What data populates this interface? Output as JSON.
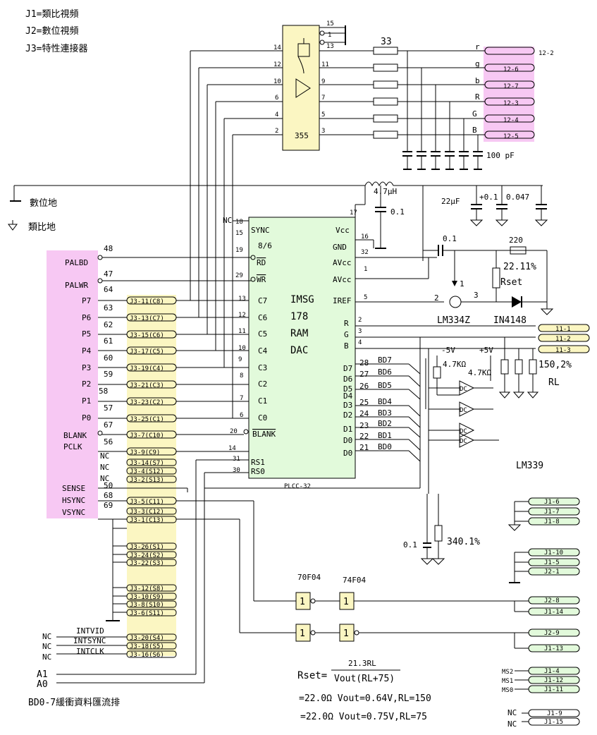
{
  "legend": [
    "J1=類比視頻",
    "J2=數位視頻",
    "J3=特性連接器"
  ],
  "ground_labels": {
    "digital": "數位地",
    "analog": "類比地"
  },
  "buffer_chip": {
    "name": "355",
    "left_pins": [
      "14",
      "12",
      "10",
      "6",
      "4",
      "2"
    ],
    "right_pins": [
      "11",
      "9",
      "7",
      "5",
      "3"
    ],
    "top_pins": [
      "15",
      "1",
      "13"
    ]
  },
  "resistor_33": "33",
  "rgb_outputs": [
    {
      "sig": "r",
      "conn": "12-2"
    },
    {
      "sig": "g",
      "conn": "12-6"
    },
    {
      "sig": "b",
      "conn": "12-7"
    },
    {
      "sig": "R",
      "conn": "12-3"
    },
    {
      "sig": "G",
      "conn": "12-4"
    },
    {
      "sig": "B",
      "conn": "12-5"
    }
  ],
  "cap_100pf": "100 pF",
  "inductor": "4.7μH",
  "cap_01_a": "0.1",
  "caps_right": [
    "22μF",
    "+0.1",
    "0.047"
  ],
  "ramdac": {
    "name_lines": [
      "IMSG",
      "178",
      "RAM",
      "DAC"
    ],
    "package": "PLCC-32",
    "left_pins": [
      {
        "num": "18",
        "name": "SYNC"
      },
      {
        "num": "15",
        "name": "8/6"
      },
      {
        "num": "19",
        "name": "RD"
      },
      {
        "num": "29",
        "name": "WR"
      },
      {
        "num": "13",
        "name": "C7"
      },
      {
        "num": "12",
        "name": "C6"
      },
      {
        "num": "11",
        "name": "C5"
      },
      {
        "num": "10",
        "name": "C4"
      },
      {
        "num": "9",
        "name": "C3"
      },
      {
        "num": "8",
        "name": "C2"
      },
      {
        "num": "7",
        "name": "C1"
      },
      {
        "num": "6",
        "name": "C0"
      },
      {
        "num": "20",
        "name": "BLANK"
      },
      {
        "num": "14",
        "name": ""
      },
      {
        "num": "31",
        "name": "RS1"
      },
      {
        "num": "30",
        "name": "RS0"
      }
    ],
    "right_pins": [
      {
        "num": "17",
        "name": "Vcc"
      },
      {
        "num": "16",
        "name": "GND"
      },
      {
        "num": "32",
        "name": "AVcc"
      },
      {
        "num": "1",
        "name": "AVcc"
      },
      {
        "num": "5",
        "name": "IREF"
      },
      {
        "num": "2",
        "name": "R"
      },
      {
        "num": "3",
        "name": "G"
      },
      {
        "num": "4",
        "name": "B"
      },
      {
        "num": "28",
        "name": "D7"
      },
      {
        "num": "27",
        "name": "D6"
      },
      {
        "num": "26",
        "name": "D5"
      },
      {
        "num": "25",
        "name": "D4"
      },
      {
        "num": "24",
        "name": "D3"
      },
      {
        "num": "23",
        "name": "D2"
      },
      {
        "num": "22",
        "name": "D1"
      },
      {
        "num": "21",
        "name": "D0"
      }
    ],
    "nc_label": "NC"
  },
  "bd_labels": [
    "BD7",
    "BD6",
    "BD5",
    "BD4",
    "BD3",
    "BD2",
    "BD1",
    "BD0"
  ],
  "pcb_connector": {
    "signals": [
      "PALBD",
      "PALWR",
      "P7",
      "P6",
      "P5",
      "P4",
      "P3",
      "P2",
      "P1",
      "P0",
      "BLANK",
      "PCLK",
      "NC",
      "NC",
      "NC",
      "SENSE",
      "HSYNC",
      "VSYNC"
    ],
    "numbers": [
      "48",
      "47",
      "64",
      "63",
      "62",
      "61",
      "60",
      "59",
      "58",
      "57",
      "67",
      "56",
      "50",
      "68",
      "69"
    ]
  },
  "j3_pins": [
    "J3-11(C8)",
    "J3-13(C7)",
    "J3-15(C6)",
    "J3-17(C5)",
    "J3-19(C4)",
    "J3-21(C3)",
    "J3-23(C2)",
    "J3-25(C1)",
    "J3-7(C10)",
    "J3-9(C9)",
    "J3-14(S7)",
    "J3-4(S12)",
    "J3-2(S13)",
    "J3-5(C11)",
    "J3-3(C12)",
    "J3-1(C13)",
    "J3-26(S1)",
    "J3-24(S2)",
    "J3-22(S3)",
    "J3-12(S8)",
    "J3-10(S9)",
    "J3-8(S10)",
    "J3-6(S11)",
    "J3-20(S4)",
    "J3-18(S5)",
    "J3-16(S6)"
  ],
  "int_signals": [
    {
      "nc": "NC",
      "name": "INTVID"
    },
    {
      "nc": "NC",
      "name": "INTSYNC"
    },
    {
      "nc": "NC",
      "name": "INTCLK"
    }
  ],
  "a_lines": [
    "A1",
    "A0"
  ],
  "bd_bus_note": "BD0-7緩衝資料匯流排",
  "iref": {
    "cap": "0.1",
    "res": "220",
    "pct": "22.11%",
    "rset": "Rset",
    "lm": "LM334Z",
    "diode": "IN4148",
    "pin2": "2",
    "pin1": "1",
    "pin3": "3"
  },
  "j1_top": [
    "11-1",
    "11-2",
    "11-3"
  ],
  "comparator": {
    "v_neg": "-5V",
    "v_pos": "+5V",
    "r1": "4.7KΩ",
    "r2": "4.7KΩ",
    "rl_val": "150,2%",
    "rl": "RL",
    "chip": "LM339"
  },
  "cap_bottom": "0.1",
  "res_bottom": "340.1%",
  "j1_right": [
    "J1-6",
    "J1-7",
    "J1-8"
  ],
  "j1_mid": [
    "J1-10",
    "J1-5",
    "J2-1"
  ],
  "gates": {
    "a": "70F04",
    "b": "74F04",
    "sym": "1"
  },
  "sync_out": [
    "J2-8",
    "J1-14",
    "J2-9",
    "J1-13"
  ],
  "ms_labels": [
    "MS2",
    "MS1",
    "MS0"
  ],
  "ms_conns": [
    "J1-4",
    "J1-12",
    "J1-11"
  ],
  "nc_bottom": [
    {
      "nc": "NC",
      "conn": "J1-9"
    },
    {
      "nc": "NC",
      "conn": "J1-15"
    }
  ],
  "formula": {
    "lhs": "Rset=",
    "num": "21.3RL",
    "den": "Vout(RL+75)",
    "line1": "=22.0Ω      Vout=0.64V,RL=150",
    "line2": "=22.0Ω      Vout=0.75V,RL=75"
  }
}
